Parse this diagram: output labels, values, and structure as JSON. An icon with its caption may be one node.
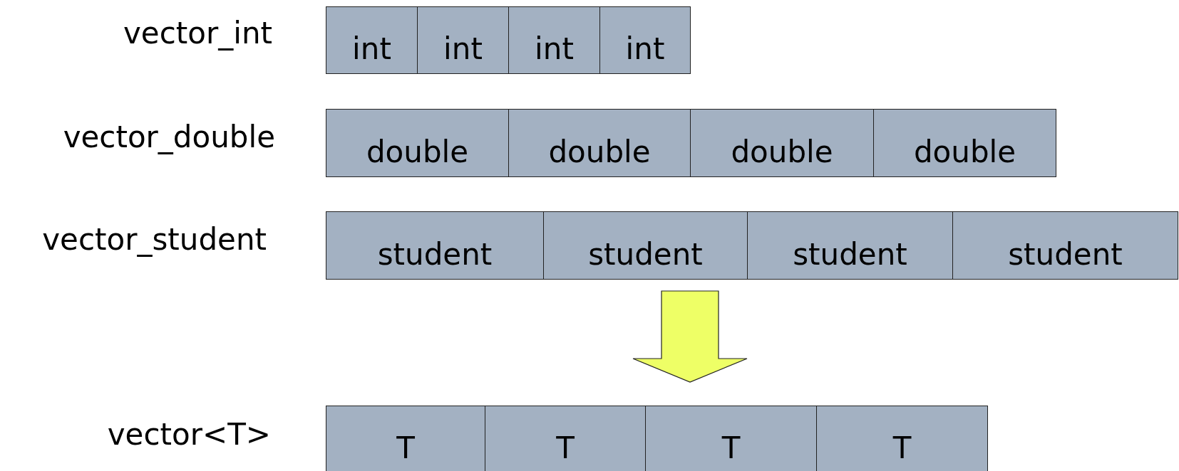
{
  "diagram": {
    "nodes": [
      {
        "text": [
          "int"
        ]
      },
      {
        "text": [
          "int"
        ]
      },
      {
        "text": [
          "int"
        ]
      },
      {
        "text": [
          "int"
        ]
      },
      {
        "text": [
          "double"
        ]
      },
      {
        "text": [
          "double"
        ]
      },
      {
        "text": [
          "double"
        ]
      },
      {
        "text": [
          "double"
        ]
      },
      {
        "text": [
          "student"
        ]
      },
      {
        "text": [
          "student"
        ]
      },
      {
        "text": [
          "student"
        ]
      },
      {
        "text": [
          "student"
        ]
      },
      {
        "text": [
          "T"
        ]
      },
      {
        "text": [
          "T"
        ]
      },
      {
        "text": [
          "T"
        ]
      },
      {
        "text": [
          "T"
        ]
      }
    ],
    "edges": [
      {
        "from": 9,
        "to": 14,
        "arrow": "to"
      }
    ],
    "labels": [
      "vector_int",
      "vector_double",
      "vector_student",
      "vector<T>"
    ]
  }
}
